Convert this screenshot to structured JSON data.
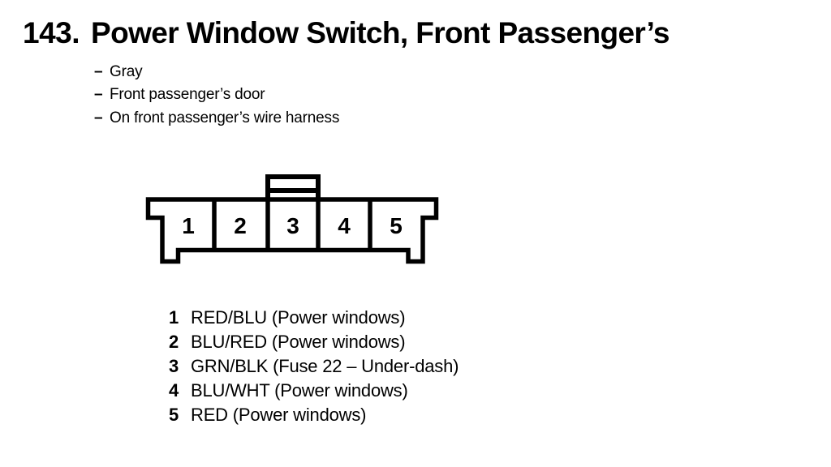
{
  "colors": {
    "ink": "#000000",
    "paper": "#ffffff"
  },
  "header": {
    "number": "143.",
    "title": "Power Window Switch, Front Passenger’s"
  },
  "details": {
    "bullet_char": "–",
    "items": [
      "Gray",
      "Front passenger’s door",
      "On front passenger’s wire harness"
    ]
  },
  "connector": {
    "pins": [
      "1",
      "2",
      "3",
      "4",
      "5"
    ]
  },
  "pinout": {
    "rows": [
      {
        "pin": "1",
        "text": "RED/BLU (Power windows)"
      },
      {
        "pin": "2",
        "text": "BLU/RED (Power windows)"
      },
      {
        "pin": "3",
        "text": "GRN/BLK (Fuse 22 – Under-dash)"
      },
      {
        "pin": "4",
        "text": "BLU/WHT (Power windows)"
      },
      {
        "pin": "5",
        "text": "RED (Power windows)"
      }
    ]
  }
}
